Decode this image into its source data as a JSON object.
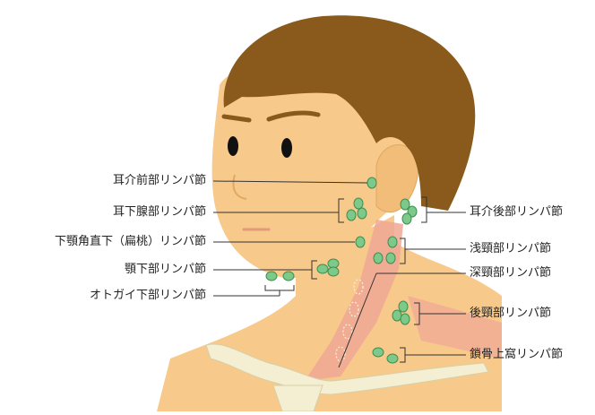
{
  "colors": {
    "skin": "#f7c98a",
    "skin_shadow": "#e9b06d",
    "hair": "#8a5a1c",
    "node_fill": "#7dc98a",
    "node_stroke": "#3f8f52",
    "muscle": "#f0a894",
    "bone": "#f4efd2",
    "leader": "#333333"
  },
  "labels_left": [
    {
      "id": "preauricular",
      "text": "耳介前部リンパ節"
    },
    {
      "id": "parotid",
      "text": "耳下腺部リンパ節"
    },
    {
      "id": "jugulodigastric",
      "text": "下顎角直下（扁桃）リンパ節"
    },
    {
      "id": "submandibular",
      "text": "顎下部リンパ節"
    },
    {
      "id": "submental",
      "text": "オトガイ下部リンパ節"
    }
  ],
  "labels_right": [
    {
      "id": "postauricular",
      "text": "耳介後部リンパ節"
    },
    {
      "id": "superficial_cervical",
      "text": "浅頸部リンパ節"
    },
    {
      "id": "deep_cervical",
      "text": "深頸部リンパ節"
    },
    {
      "id": "posterior_cervical",
      "text": "後頸部リンパ節"
    },
    {
      "id": "supraclavicular",
      "text": "鎖骨上窩リンパ節"
    }
  ]
}
